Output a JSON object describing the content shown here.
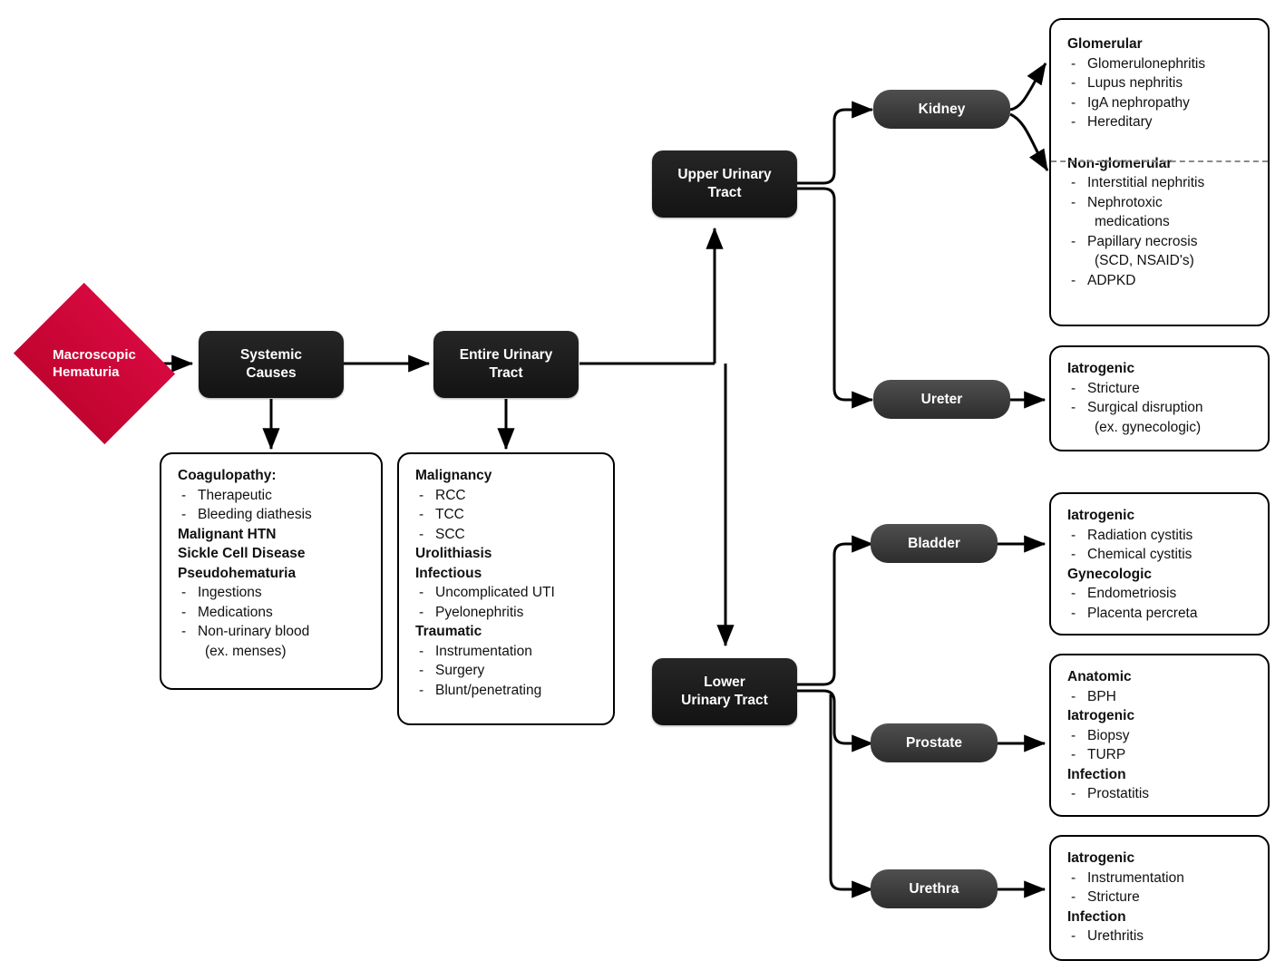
{
  "diagram": {
    "title": "Macroscopic Hematuria etiology flowchart",
    "colors": {
      "accent_red": "#d1053a",
      "dark_node": "#1b1b1b",
      "pill_node": "#3e3e3e",
      "panel_border": "#000000",
      "divider": "#8a8a8a"
    }
  },
  "start": {
    "label": "Macroscopic\nHematuria",
    "line1": "Macroscopic",
    "line2": "Hematuria"
  },
  "nodes": {
    "systemic_causes": {
      "line1": "Systemic",
      "line2": "Causes"
    },
    "entire_urinary_tract": {
      "line1": "Entire Urinary",
      "line2": "Tract"
    },
    "upper_urinary_tract": {
      "line1": "Upper Urinary",
      "line2": "Tract"
    },
    "lower_urinary_tract": {
      "line1": "Lower",
      "line2": "Urinary Tract"
    },
    "kidney": {
      "label": "Kidney"
    },
    "ureter": {
      "label": "Ureter"
    },
    "bladder": {
      "label": "Bladder"
    },
    "prostate": {
      "label": "Prostate"
    },
    "urethra": {
      "label": "Urethra"
    }
  },
  "panels": {
    "systemic": {
      "name": "systemic-causes-panel",
      "items": [
        {
          "type": "hdr",
          "text": "Coagulopathy:"
        },
        {
          "type": "sub",
          "text": "Therapeutic"
        },
        {
          "type": "sub",
          "text": "Bleeding diathesis"
        },
        {
          "type": "hdr",
          "text": "Malignant HTN"
        },
        {
          "type": "hdr",
          "text": "Sickle Cell Disease"
        },
        {
          "type": "hdr",
          "text": "Pseudohematuria"
        },
        {
          "type": "sub",
          "text": "Ingestions"
        },
        {
          "type": "sub",
          "text": "Medications"
        },
        {
          "type": "sub",
          "text": "Non-urinary blood"
        },
        {
          "type": "cont",
          "text": "(ex. menses)"
        }
      ]
    },
    "entire_tract": {
      "name": "entire-urinary-tract-panel",
      "items": [
        {
          "type": "hdr",
          "text": "Malignancy"
        },
        {
          "type": "sub",
          "text": "RCC"
        },
        {
          "type": "sub",
          "text": "TCC"
        },
        {
          "type": "sub",
          "text": "SCC"
        },
        {
          "type": "hdr",
          "text": "Urolithiasis"
        },
        {
          "type": "hdr",
          "text": "Infectious"
        },
        {
          "type": "sub",
          "text": "Uncomplicated UTI"
        },
        {
          "type": "sub",
          "text": "Pyelonephritis"
        },
        {
          "type": "hdr",
          "text": "Traumatic"
        },
        {
          "type": "sub",
          "text": "Instrumentation"
        },
        {
          "type": "sub",
          "text": "Surgery"
        },
        {
          "type": "sub",
          "text": "Blunt/penetrating"
        }
      ]
    },
    "kidney_top": {
      "name": "kidney-glomerular-section",
      "items": [
        {
          "type": "hdr",
          "text": "Glomerular"
        },
        {
          "type": "sub",
          "text": "Glomerulonephritis"
        },
        {
          "type": "sub",
          "text": "Lupus nephritis"
        },
        {
          "type": "sub",
          "text": "IgA nephropathy"
        },
        {
          "type": "sub",
          "text": "Hereditary"
        }
      ]
    },
    "kidney_bottom": {
      "name": "kidney-nonglomerular-section",
      "items": [
        {
          "type": "hdr",
          "text": "Non-glomerular"
        },
        {
          "type": "sub",
          "text": "Interstitial nephritis"
        },
        {
          "type": "sub",
          "text": "Nephrotoxic"
        },
        {
          "type": "cont",
          "text": "medications"
        },
        {
          "type": "sub",
          "text": "Papillary necrosis"
        },
        {
          "type": "cont",
          "text": "(SCD, NSAID's)"
        },
        {
          "type": "sub",
          "text": "ADPKD"
        }
      ]
    },
    "ureter": {
      "name": "ureter-panel",
      "items": [
        {
          "type": "hdr",
          "text": "Iatrogenic"
        },
        {
          "type": "sub",
          "text": "Stricture"
        },
        {
          "type": "sub",
          "text": "Surgical disruption"
        },
        {
          "type": "cont",
          "text": "(ex. gynecologic)"
        }
      ]
    },
    "bladder": {
      "name": "bladder-panel",
      "items": [
        {
          "type": "hdr",
          "text": "Iatrogenic"
        },
        {
          "type": "sub",
          "text": "Radiation cystitis"
        },
        {
          "type": "sub",
          "text": "Chemical cystitis"
        },
        {
          "type": "hdr",
          "text": "Gynecologic"
        },
        {
          "type": "sub",
          "text": "Endometriosis"
        },
        {
          "type": "sub",
          "text": "Placenta percreta"
        }
      ]
    },
    "prostate": {
      "name": "prostate-panel",
      "items": [
        {
          "type": "hdr",
          "text": "Anatomic"
        },
        {
          "type": "sub",
          "text": "BPH"
        },
        {
          "type": "hdr",
          "text": "Iatrogenic"
        },
        {
          "type": "sub",
          "text": "Biopsy"
        },
        {
          "type": "sub",
          "text": "TURP"
        },
        {
          "type": "hdr",
          "text": "Infection"
        },
        {
          "type": "sub",
          "text": "Prostatitis"
        }
      ]
    },
    "urethra": {
      "name": "urethra-panel",
      "items": [
        {
          "type": "hdr",
          "text": "Iatrogenic"
        },
        {
          "type": "sub",
          "text": "Instrumentation"
        },
        {
          "type": "sub",
          "text": "Stricture"
        },
        {
          "type": "hdr",
          "text": "Infection"
        },
        {
          "type": "sub",
          "text": "Urethritis"
        }
      ]
    }
  },
  "dash_glyph": "-"
}
